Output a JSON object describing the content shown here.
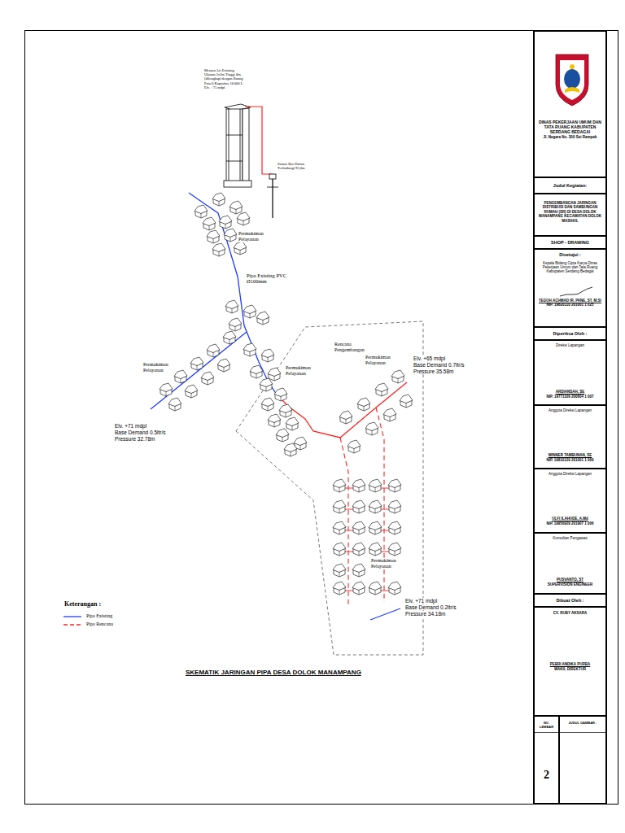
{
  "diagram": {
    "title": "SKEMATIK JARINGAN PIPA DESA DOLOK MANAMPANG",
    "nodes": [
      {
        "text": [
          "DINAS PEKERJAAN UMUM DAN TATA RUANG KABUPATEN SERDANG BEDAGAI",
          "Jl. Negara No. 300 Sei Rampah"
        ]
      },
      {
        "text": [
          "Judul Kegiatan:"
        ]
      },
      {
        "text": [
          "PENGEMBANGAN JARINGAN DISTRIBUSI DAN SAMBUNGAN RUMAH (SR) DI DESA DOLOK MANAMPANG KECAMATAN DOLOK MASIHUL"
        ]
      },
      {
        "text": [
          "SHOP - DRAWING"
        ]
      },
      {
        "text": [
          "Disetujui :",
          "Kepala Bidang Cipta Karya Dinas Pekerjaan Umum dan Tata Ruang Kabupaten Serdang Bedagai",
          "TEGUH ACHMAD IR. PANE, ST, M.SI",
          "NIP. 19820110 201001 1 025"
        ]
      },
      {
        "text": [
          "Diperiksa Oleh :"
        ]
      },
      {
        "text": [
          "Direksi Lapangan",
          "ARDIANSAH, SE",
          "NIP. 19771109 200604 1 007"
        ]
      },
      {
        "text": [
          "Anggota Direksi Lapangan",
          "WINNER TAMBUNAN, SE",
          "NIP. 19810129 201001 1 009"
        ]
      },
      {
        "text": [
          "Anggota Direksi Lapangan",
          "ULFI ILAHUDE, A.Md",
          "NIP. 19950929 201907 1 006"
        ]
      },
      {
        "text": [
          "Konsultan Pengawas",
          "PUSVANTO, ST",
          "SUPERVISION ENGINEER"
        ]
      },
      {
        "text": [
          "Dibuat Oleh :"
        ]
      },
      {
        "text": [
          "CV. RUBY AKSARA",
          "PEBRI ANDIKA PURBA",
          "WAKIL DIREKTUR"
        ]
      },
      {
        "text": [
          "NO. LEMBAR",
          "2"
        ]
      },
      {
        "text": [
          "JUDUL GAMBAR :"
        ]
      }
    ],
    "labels": [
      "Menara Air Existing Ukuran 3x3m Tinggi 8m (dilengkapi dengan Ruang Panel) Kapasitas 18.000 L Elv. +75 mdpl",
      "Sumur Bor Dalam Terlindungi 92,0m",
      "Permukiman Pelayanan",
      "Pipa Existing PVC Ø100mm",
      "Permukiman Pelayanan",
      "Permukiman Pelayanan",
      "Rencana Pengembangan",
      "Permukiman Pelayanan",
      "Elv. +65 mdpl",
      "Base Demand 0.7ltr/s",
      "Pressure 35.58m",
      "Elv. +71 mdpl",
      "Base Demand 0.5ltr/s",
      "Pressure 32.78m",
      "Permukiman Pelayanan",
      "Elv. +71 mdpl",
      "Base Demand 0.2ltr/s",
      "Pressure 34.18m",
      "Keterangan :"
    ],
    "legend": [
      {
        "text": "Pipa Existing"
      },
      {
        "text": "Pipa Rencana"
      }
    ]
  }
}
